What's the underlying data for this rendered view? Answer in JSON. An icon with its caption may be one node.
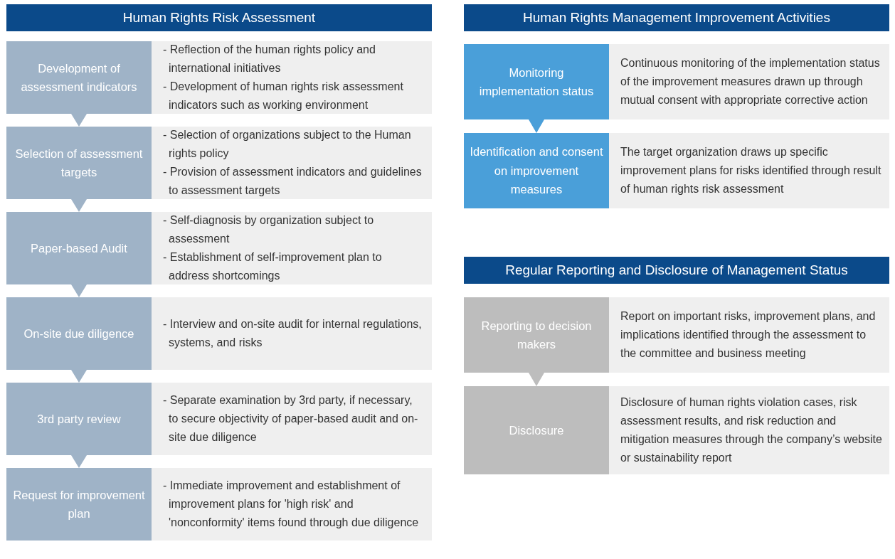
{
  "diagram": {
    "nodes": [
      {
        "text": [
          "Human Rights Risk Assessment"
        ]
      },
      {
        "text": [
          "Development of assessment indicators"
        ]
      },
      {
        "text": [
          "- Reflection of the human rights policy and international initiatives",
          "- Development of human rights risk assessment indicators such as working environment"
        ]
      },
      {
        "text": [
          "Selection of assessment targets"
        ]
      },
      {
        "text": [
          "- Selection of organizations subject to the Human rights policy",
          "- Provision of assessment indicators and guidelines to assessment targets"
        ]
      },
      {
        "text": [
          "Paper-based Audit"
        ]
      },
      {
        "text": [
          "- Self-diagnosis by organization subject to assessment",
          "- Establishment of self-improvement plan to address shortcomings"
        ]
      },
      {
        "text": [
          "On-site due diligence"
        ]
      },
      {
        "text": [
          "- Interview and on-site audit for internal regulations, systems, and risks"
        ]
      },
      {
        "text": [
          "3rd party review"
        ]
      },
      {
        "text": [
          "- Separate examination by 3rd party, if necessary, to secure objectivity of paper-based audit and on-site due diligence"
        ]
      },
      {
        "text": [
          "Request for improvement plan"
        ]
      },
      {
        "text": [
          "- Immediate improvement and establishment of improvement plans for 'high risk' and 'nonconformity' items found through due diligence"
        ]
      },
      {
        "text": [
          "Human Rights Management Improvement Activities"
        ]
      },
      {
        "text": [
          "Monitoring implementation status"
        ]
      },
      {
        "text": [
          "Continuous monitoring of the implementation status of the improvement measures drawn up through mutual consent with appropriate corrective action"
        ]
      },
      {
        "text": [
          "Identification and consent on improvement measures"
        ]
      },
      {
        "text": [
          "The target organization draws up specific improvement plans for risks identified through result of human rights risk assessment"
        ]
      },
      {
        "text": [
          "Regular Reporting and Disclosure of Management Status"
        ]
      },
      {
        "text": [
          "Reporting to decision makers"
        ]
      },
      {
        "text": [
          "Report on important risks, improvement plans, and implications identified through the assessment to the committee and business meeting"
        ]
      },
      {
        "text": [
          "Disclosure"
        ]
      },
      {
        "text": [
          "Disclosure of human rights violation cases, risk assessment results, and risk reduction and mitigation measures through the company’s website or sustainability report"
        ]
      }
    ],
    "edges": [
      {
        "from": 1,
        "to": 3,
        "arrow": "to"
      },
      {
        "from": 3,
        "to": 5,
        "arrow": "to"
      },
      {
        "from": 5,
        "to": 7,
        "arrow": "to"
      },
      {
        "from": 7,
        "to": 9,
        "arrow": "to"
      },
      {
        "from": 9,
        "to": 11,
        "arrow": "to"
      },
      {
        "from": 14,
        "to": 16,
        "arrow": "to"
      },
      {
        "from": 19,
        "to": 21,
        "arrow": "to"
      }
    ]
  }
}
